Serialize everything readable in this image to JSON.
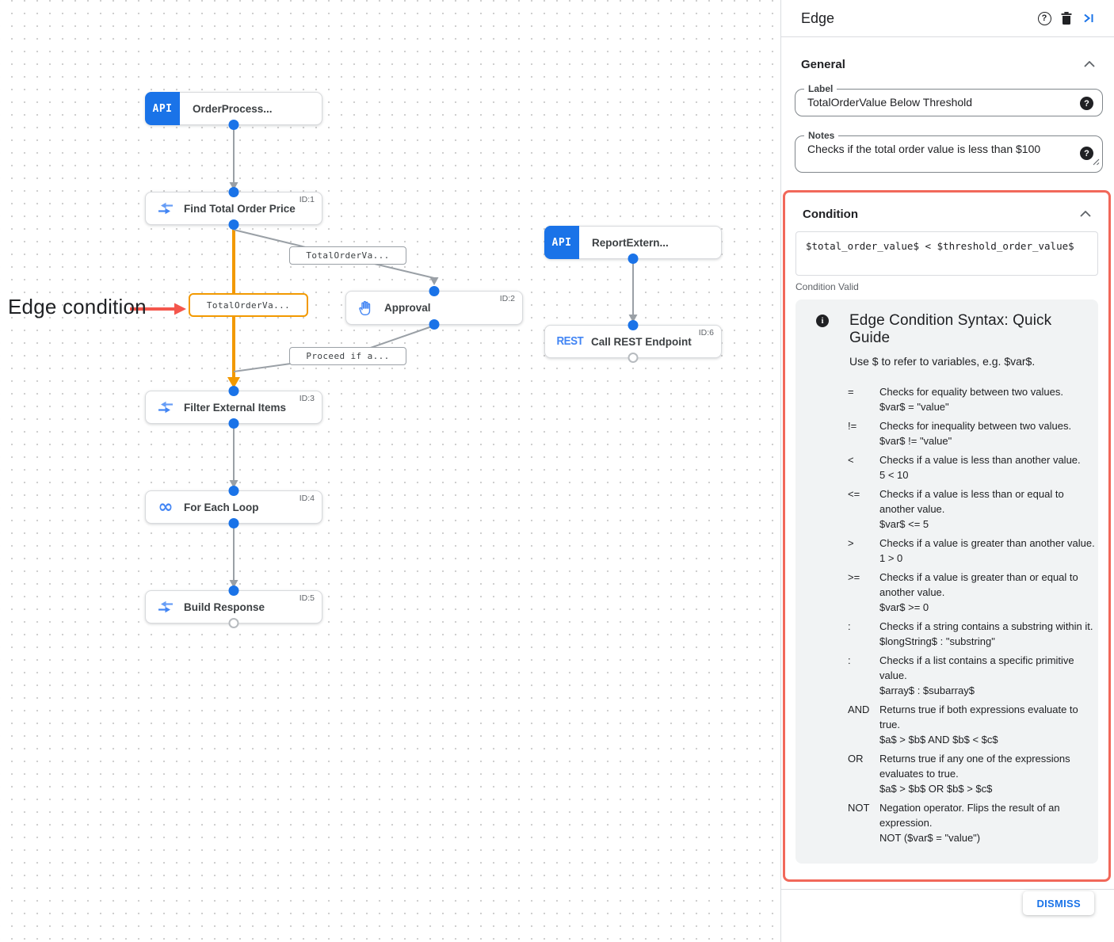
{
  "colors": {
    "accent_blue": "#1A73E8",
    "icon_blue": "#4285F4",
    "edge_orange": "#F29900",
    "highlight_red": "#F1685A",
    "annotation_red": "#F4564C"
  },
  "canvas": {
    "annotation": "Edge condition",
    "nodes": [
      {
        "name": "OrderProcess...",
        "icon_text": "API"
      },
      {
        "name": "Find Total Order Price",
        "id": "ID:1"
      },
      {
        "name": "Approval",
        "id": "ID:2"
      },
      {
        "name": "ReportExtern...",
        "icon_text": "API"
      },
      {
        "name": "Call REST Endpoint",
        "id": "ID:6",
        "icon_text": "REST"
      },
      {
        "name": "Filter External Items",
        "id": "ID:3"
      },
      {
        "name": "For Each Loop",
        "id": "ID:4",
        "icon_text": "∞"
      },
      {
        "name": "Build Response",
        "id": "ID:5"
      }
    ],
    "edge_labels": [
      {
        "text": "TotalOrderVa...",
        "highlighted": true
      },
      {
        "text": "TotalOrderVa...",
        "highlighted": false
      },
      {
        "text": "Proceed if a...",
        "highlighted": false
      }
    ]
  },
  "panel": {
    "title": "Edge",
    "general": {
      "heading": "General",
      "label_field": {
        "label": "Label",
        "value": "TotalOrderValue Below Threshold"
      },
      "notes_field": {
        "label": "Notes",
        "value": "Checks if the total order value is less than $100"
      }
    },
    "condition": {
      "heading": "Condition",
      "expression": "$total_order_value$ < $threshold_order_value$",
      "status": "Condition Valid",
      "guide": {
        "title": "Edge Condition Syntax: Quick Guide",
        "intro": "Use $ to refer to variables, e.g. $var$.",
        "rows": [
          {
            "op": "=",
            "desc": "Checks for equality between two values.",
            "example": "$var$ = \"value\""
          },
          {
            "op": "!=",
            "desc": "Checks for inequality between two values.",
            "example": "$var$ != \"value\""
          },
          {
            "op": "<",
            "desc": "Checks if a value is less than another value.",
            "example": "5 < 10"
          },
          {
            "op": "<=",
            "desc": "Checks if a value is less than or equal to another value.",
            "example": "$var$ <= 5"
          },
          {
            "op": ">",
            "desc": "Checks if a value is greater than another value.",
            "example": "1 > 0"
          },
          {
            "op": ">=",
            "desc": "Checks if a value is greater than or equal to another value.",
            "example": "$var$ >= 0"
          },
          {
            "op": ":",
            "desc": "Checks if a string contains a substring within it.",
            "example": "$longString$ : \"substring\""
          },
          {
            "op": ":",
            "desc": "Checks if a list contains a specific primitive value.",
            "example": "$array$ : $subarray$"
          },
          {
            "op": "AND",
            "desc": "Returns true if both expressions evaluate to true.",
            "example": "$a$ > $b$ AND $b$ < $c$"
          },
          {
            "op": "OR",
            "desc": "Returns true if any one of the expressions evaluates to true.",
            "example": "$a$ > $b$ OR $b$ > $c$"
          },
          {
            "op": "NOT",
            "desc": "Negation operator. Flips the result of an expression.",
            "example": "NOT ($var$ = \"value\")"
          }
        ]
      }
    },
    "dismiss_label": "DISMISS"
  }
}
